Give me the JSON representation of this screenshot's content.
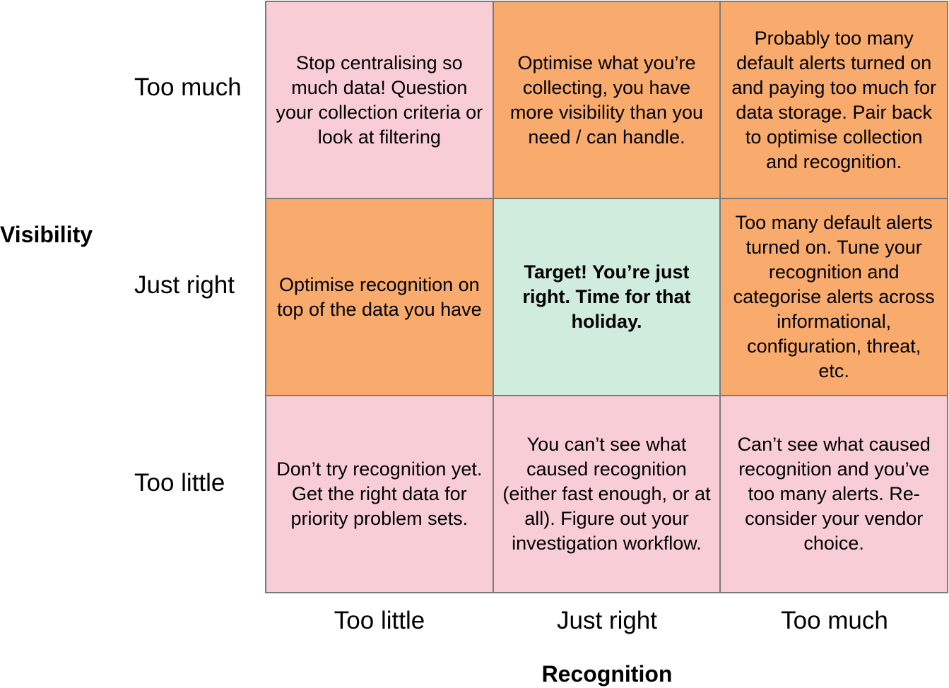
{
  "y_axis": {
    "title": "Visibility",
    "rows": [
      "Too much",
      "Just right",
      "Too little"
    ]
  },
  "x_axis": {
    "title": "Recognition",
    "columns": [
      "Too little",
      "Just right",
      "Too much"
    ]
  },
  "colors": {
    "pink": "#f8cdd5",
    "orange": "#f9ab6d",
    "green": "#d0ecdc",
    "border": "#7a7a7a"
  },
  "cells": [
    [
      {
        "text": "Stop centralising so much data! Question your collection criteria or look at filtering",
        "color": "#f8cdd5",
        "bold": false
      },
      {
        "text": "Optimise what you’re collecting, you have more visibility than you need / can handle.",
        "color": "#f9ab6d",
        "bold": false
      },
      {
        "text": "Probably too many default alerts turned on and paying too much for data storage. Pair back to optimise collection and recognition.",
        "color": "#f9ab6d",
        "bold": false
      }
    ],
    [
      {
        "text": "Optimise recognition on top of the data you have",
        "color": "#f9ab6d",
        "bold": false
      },
      {
        "text": "Target! You’re just right. Time for that holiday.",
        "color": "#d0ecdc",
        "bold": true
      },
      {
        "text": "Too many default alerts turned on. Tune your recognition and categorise alerts across informational, configuration, threat, etc.",
        "color": "#f9ab6d",
        "bold": false
      }
    ],
    [
      {
        "text": "Don’t try recognition yet. Get the right data for priority problem sets.",
        "color": "#f8cdd5",
        "bold": false
      },
      {
        "text": "You can’t see what caused recognition (either fast enough, or at all). Figure out your investigation workflow.",
        "color": "#f8cdd5",
        "bold": false
      },
      {
        "text": "Can’t see what caused recognition and you’ve too many alerts. Re-consider your vendor choice.",
        "color": "#f8cdd5",
        "bold": false
      }
    ]
  ]
}
